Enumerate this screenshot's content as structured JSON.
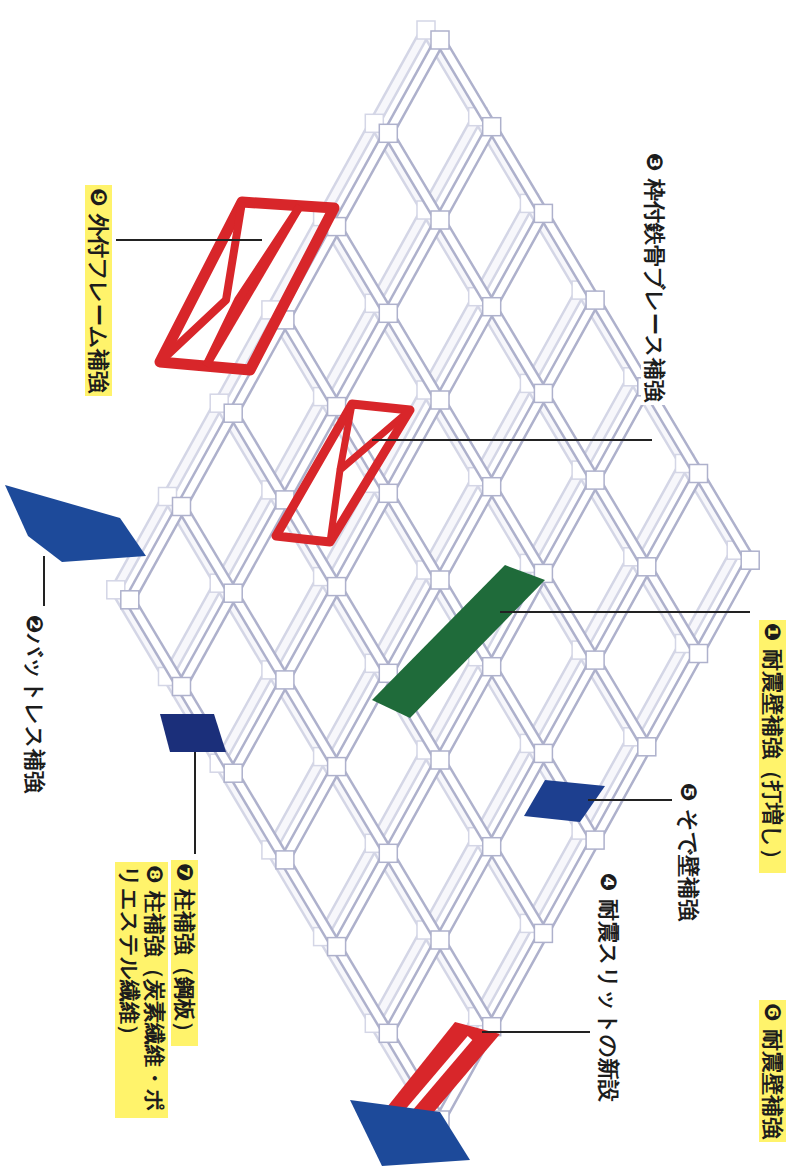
{
  "diagram": {
    "labels": [
      "❸ 枠付鉄骨ブレース補強",
      "❶ 耐震壁補強（打増し）",
      "❻ 耐震壁補強",
      "❺ そで壁補強",
      "❹ 耐震スリットの新設",
      "❾ 外付フレーム補強",
      "❷バットレス補強",
      "❼ 柱補強（鋼板）",
      "❽ 柱補強（炭素繊維・ポリエステル繊維）"
    ]
  }
}
